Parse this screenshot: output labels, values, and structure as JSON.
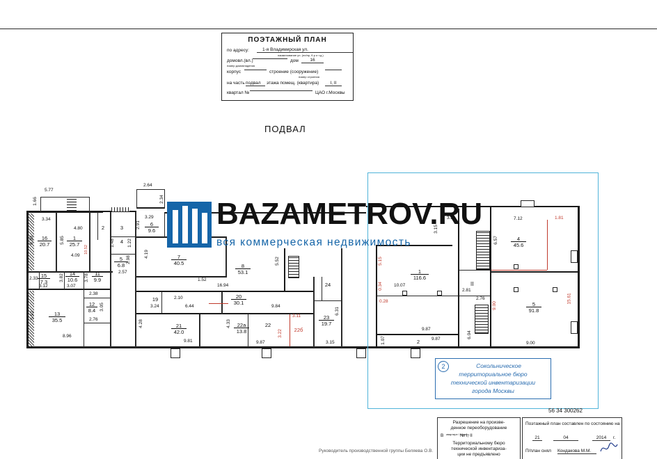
{
  "header": {
    "title": "ПОЭТАЖНЫЙ ПЛАН",
    "address_label": "по адресу:",
    "address_value": "1-я Владимирская ул.",
    "address_hint": "наименование ул. (пл/пр, б-р и т.д.)",
    "house_label": "домовл.(вл.)",
    "house_number_label": "дом",
    "house_number_value": "16",
    "house_hint": "номер домовладения",
    "building_label": "корпус",
    "structure_label": "строение (сооружение)",
    "structure_hint": "номер строения",
    "part_label": "на часть",
    "part_value": "подвал",
    "part_middle": "этажа помещ. (квартира)",
    "part_rooms": "I, II",
    "quarter_label": "квартал №",
    "district": "ЦАО г.Москвы"
  },
  "floor_title": "ПОДВАЛ",
  "watermark": {
    "brand": "BAZAMETROV.RU",
    "tagline": "вся коммерческая недвижимость"
  },
  "rooms": [
    {
      "num": "16",
      "area": "20.7"
    },
    {
      "num": "1",
      "area": "25.7"
    },
    {
      "num": "2",
      "area": ""
    },
    {
      "num": "3",
      "area": ""
    },
    {
      "num": "4",
      "area": ""
    },
    {
      "num": "6",
      "area": "9.6"
    },
    {
      "num": "5",
      "area": "6.8"
    },
    {
      "num": "7",
      "area": "40.5"
    },
    {
      "num": "8",
      "area": "53.1"
    },
    {
      "num": "15",
      "area": "7.3"
    },
    {
      "num": "14",
      "area": "10.6"
    },
    {
      "num": "11",
      "area": "9.9"
    },
    {
      "num": "12",
      "area": "8.4"
    },
    {
      "num": "13",
      "area": "35.5"
    },
    {
      "num": "19",
      "area": ""
    },
    {
      "num": "20",
      "area": "30.1"
    },
    {
      "num": "21",
      "area": "42.0"
    },
    {
      "num": "22а",
      "area": "13.8"
    },
    {
      "num": "22",
      "area": ""
    },
    {
      "num": "22б",
      "area": ""
    },
    {
      "num": "23",
      "area": "19.7"
    },
    {
      "num": "24",
      "area": ""
    },
    {
      "num": "1",
      "area": "116.6"
    },
    {
      "num": "4",
      "area": "45.6"
    },
    {
      "num": "5",
      "area": "91.8"
    },
    {
      "num": "2",
      "area": ""
    }
  ],
  "dimensions": {
    "d577": "5.77",
    "d264": "2.64",
    "d166": "1.66",
    "d334": "3.34",
    "d480": "4.80",
    "d630": "6.30",
    "d585": "5.85",
    "d409": "4.09",
    "d291": "2.91",
    "d329": "3.29",
    "d234": "2.34",
    "d148": "1.48",
    "d122": "1.22",
    "d298": "2.98",
    "d257": "2.57",
    "d419": "4.19",
    "d152": "1.52",
    "d1694": "16.94",
    "d552": "5.52",
    "d233": "2.33",
    "d312": "3.12",
    "d382": "3.82",
    "d307": "3.07",
    "d378": "3.78",
    "d238": "2.38",
    "d305": "3.05",
    "d276": "2.76",
    "d552b": "5.52",
    "d896": "8.96",
    "d324": "3.24",
    "d210": "2.10",
    "d644": "6.44",
    "d984": "9.84",
    "d631": "6.31",
    "d311": "3.11",
    "d428": "4.28",
    "d981": "9.81",
    "d433": "4.33",
    "d322": "3.22",
    "d987": "9.87",
    "d315": "3.15",
    "d1052": "10.52",
    "d515": "5.15",
    "d034": "0.34",
    "d028": "0.28",
    "d1007": "10.07",
    "d315b": "3.15",
    "d33": "3.3",
    "d712": "7.12",
    "d181": "1.81",
    "d657": "6.57",
    "d281": "2.81",
    "d276b": "2.76",
    "d900": "9.00",
    "d1561": "15.61",
    "d987b": "9.87",
    "d987c": "9.87",
    "d107": "1.07",
    "d604": "6.04",
    "d900b": "9.00",
    "roman2": "II"
  },
  "stamp": {
    "number": "2",
    "line1": "Сокольническое",
    "line2": "территориальное бюро",
    "line3": "технической инвентаризации",
    "line4": "города Москвы"
  },
  "code": "56 34 300262",
  "permission_box": {
    "title1": "Разрешение на произве-",
    "title2": "денное переоборудование",
    "label": "В",
    "label_small": "квартире / помещ.",
    "rooms": "№ I, II",
    "body1": "Территориальному бюро",
    "body2": "технической инвентариза-",
    "body3": "ции не предъявлено"
  },
  "date_box": {
    "line1": "Поэтажный план составлен по состоянию на",
    "day": "21",
    "month": "04",
    "year": "2014",
    "year_suffix": "г.",
    "surveyor_label": "П/план снял",
    "surveyor": "Кондакова М.М."
  },
  "footer_text": "Руководитель производственной группы Беляева О.В."
}
